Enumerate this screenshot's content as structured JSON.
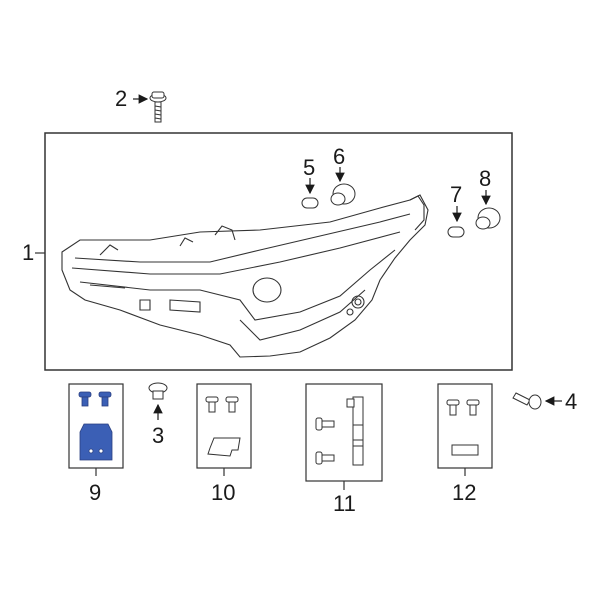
{
  "diagram": {
    "type": "exploded-parts-diagram",
    "subject": "Headlamp assembly",
    "highlight_color": "#3b5fb5",
    "line_color": "#333333",
    "callouts": [
      {
        "id": "1",
        "label": "1",
        "part": "headlamp-assembly"
      },
      {
        "id": "2",
        "label": "2",
        "part": "bolt"
      },
      {
        "id": "3",
        "label": "3",
        "part": "nut"
      },
      {
        "id": "4",
        "label": "4",
        "part": "bolt"
      },
      {
        "id": "5",
        "label": "5",
        "part": "bulb"
      },
      {
        "id": "6",
        "label": "6",
        "part": "socket"
      },
      {
        "id": "7",
        "label": "7",
        "part": "bulb"
      },
      {
        "id": "8",
        "label": "8",
        "part": "socket"
      },
      {
        "id": "9",
        "label": "9",
        "part": "bracket-repair-kit",
        "highlighted": true
      },
      {
        "id": "10",
        "label": "10",
        "part": "bracket-repair-kit"
      },
      {
        "id": "11",
        "label": "11",
        "part": "bracket-repair-kit"
      },
      {
        "id": "12",
        "label": "12",
        "part": "bracket-repair-kit"
      }
    ]
  }
}
